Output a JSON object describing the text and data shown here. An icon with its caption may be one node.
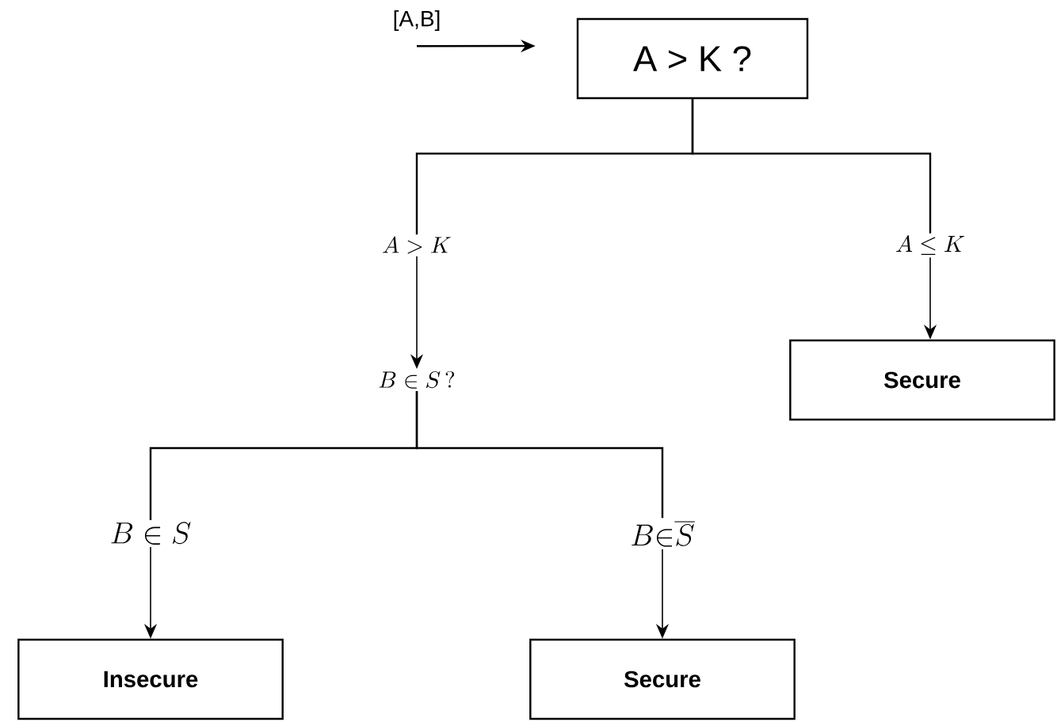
{
  "diagram": {
    "nodes": [
      {
        "text": [
          "[A,B]"
        ]
      },
      {
        "text": [
          "A > K ?"
        ]
      },
      {
        "text": [
          "A > K"
        ]
      },
      {
        "text": [
          "A \\leq K"
        ]
      },
      {
        "text": [
          "B \\in S\\,?"
        ]
      },
      {
        "text": [
          "Secure"
        ]
      },
      {
        "text": [
          "B \\in S"
        ]
      },
      {
        "text": [
          "B{\\in}\\overline{S}"
        ]
      },
      {
        "text": [
          "Insecure"
        ]
      },
      {
        "text": [
          "Secure"
        ]
      }
    ],
    "edges": [
      {
        "from": 0,
        "to": 1,
        "arrow": "to"
      },
      {
        "from": 1,
        "to": 2,
        "arrow": "none"
      },
      {
        "from": 1,
        "to": 3,
        "arrow": "none"
      },
      {
        "from": 2,
        "to": 4,
        "arrow": "to"
      },
      {
        "from": 3,
        "to": 5,
        "arrow": "to"
      },
      {
        "from": 4,
        "to": 6,
        "arrow": "none"
      },
      {
        "from": 4,
        "to": 7,
        "arrow": "none"
      },
      {
        "from": 6,
        "to": 8,
        "arrow": "to"
      },
      {
        "from": 7,
        "to": 9,
        "arrow": "to"
      }
    ]
  }
}
